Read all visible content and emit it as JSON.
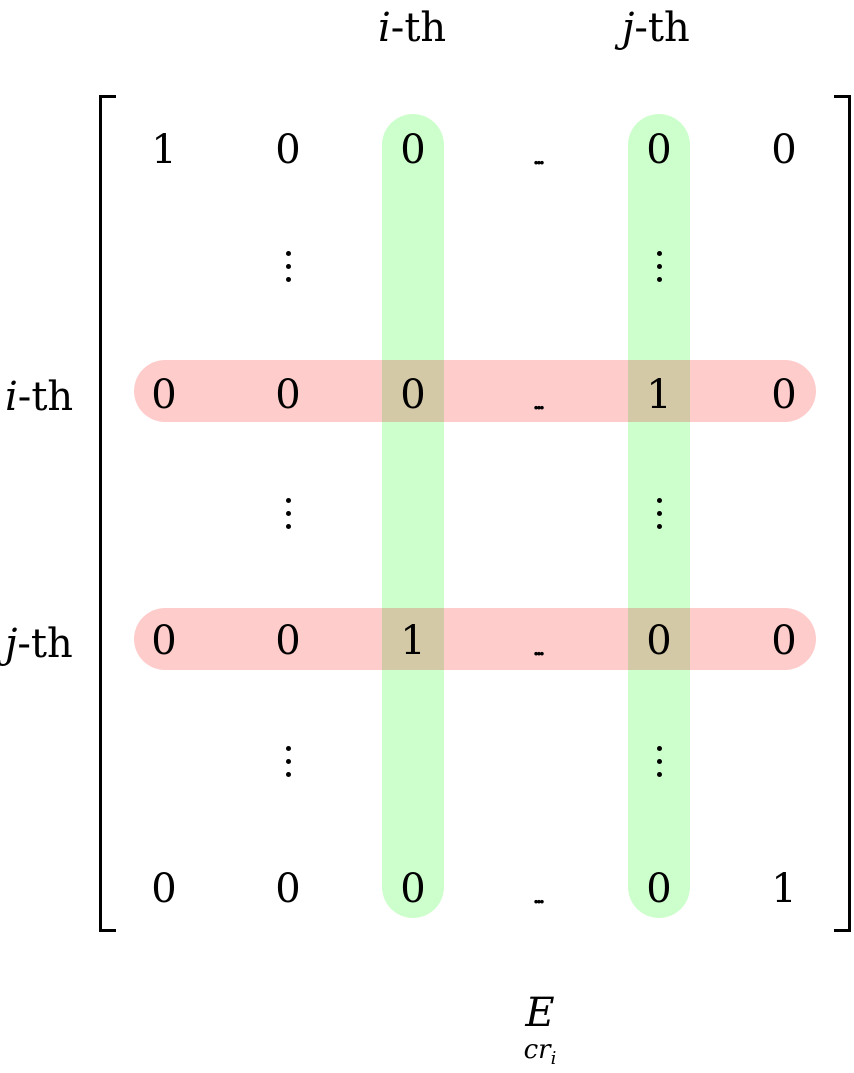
{
  "column_labels": {
    "i": {
      "var": "i",
      "suffix": "-th"
    },
    "j": {
      "var": "j",
      "suffix": "-th"
    }
  },
  "row_labels": {
    "i": {
      "var": "i",
      "suffix": "-th"
    },
    "j": {
      "var": "j",
      "suffix": "-th"
    }
  },
  "matrix": {
    "rows": [
      [
        "1",
        "0",
        "0",
        "...",
        "0",
        "0"
      ],
      [
        "0",
        "0",
        "0",
        "...",
        "1",
        "0"
      ],
      [
        "0",
        "0",
        "1",
        "...",
        "0",
        "0"
      ],
      [
        "0",
        "0",
        "0",
        "...",
        "0",
        "1"
      ]
    ]
  },
  "caption": {
    "main": "E",
    "sub": "cr_i"
  },
  "colors": {
    "column_highlight": "#ccffcc",
    "row_highlight": "#ffcccc",
    "overlap": "#d4c9a6",
    "ink": "#000000"
  }
}
